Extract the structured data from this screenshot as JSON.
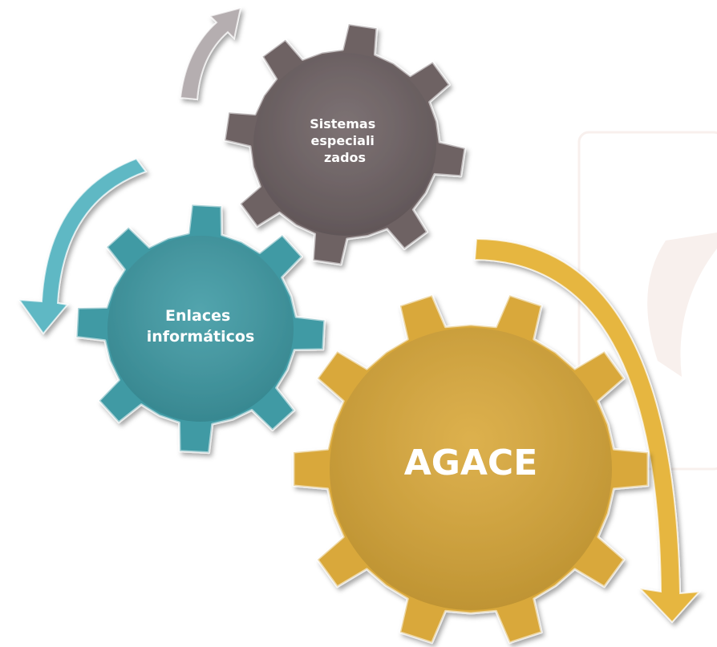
{
  "gears": [
    {
      "id": "especializados",
      "lines": [
        "Sistemas",
        "especiali",
        "zados"
      ],
      "color": "#6e6264"
    },
    {
      "id": "enlaces",
      "lines": [
        "Enlaces",
        "informáticos"
      ],
      "color": "#3f9aa4"
    },
    {
      "id": "agace",
      "lines": [
        "AGACE"
      ],
      "color": "#d9a83a"
    }
  ],
  "arrows": [
    {
      "id": "gray",
      "color": "#b5aeb0"
    },
    {
      "id": "teal",
      "color": "#5fb8c4"
    },
    {
      "id": "gold",
      "color": "#e6b640"
    }
  ],
  "watermark": {
    "color": "#f3e4df"
  }
}
